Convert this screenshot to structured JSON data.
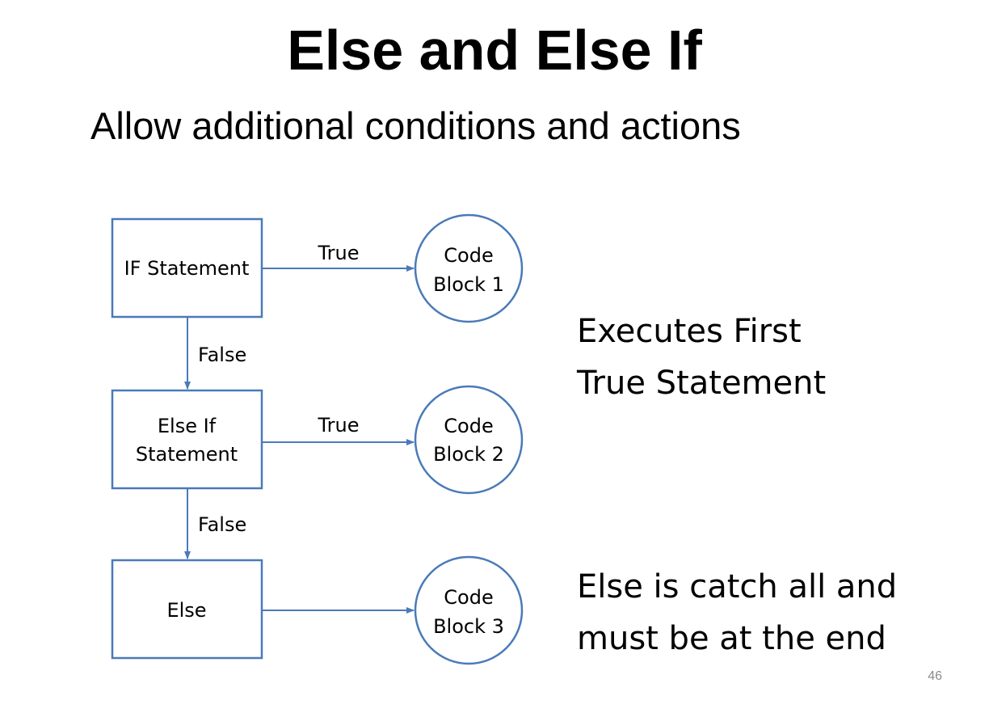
{
  "title": "Else and Else If",
  "subtitle": "Allow additional conditions and actions",
  "colors": {
    "shape_stroke": "#4a7ab8",
    "arrow": "#4a7ab8",
    "text": "#000000",
    "slide_number": "#8a8a8a"
  },
  "nodes": {
    "if_statement": [
      "IF Statement"
    ],
    "else_if_statement": [
      "Else If",
      "Statement"
    ],
    "else": [
      "Else"
    ],
    "code_block_1": [
      "Code",
      "Block 1"
    ],
    "code_block_2": [
      "Code",
      "Block 2"
    ],
    "code_block_3": [
      "Code",
      "Block 3"
    ]
  },
  "edges": {
    "if_true": "True",
    "if_false": "False",
    "else_if_true": "True",
    "else_if_false": "False"
  },
  "notes": {
    "first": [
      "Executes First",
      "True Statement"
    ],
    "second": [
      "Else is catch all and",
      "must be at the end"
    ]
  },
  "slide_number": "46"
}
